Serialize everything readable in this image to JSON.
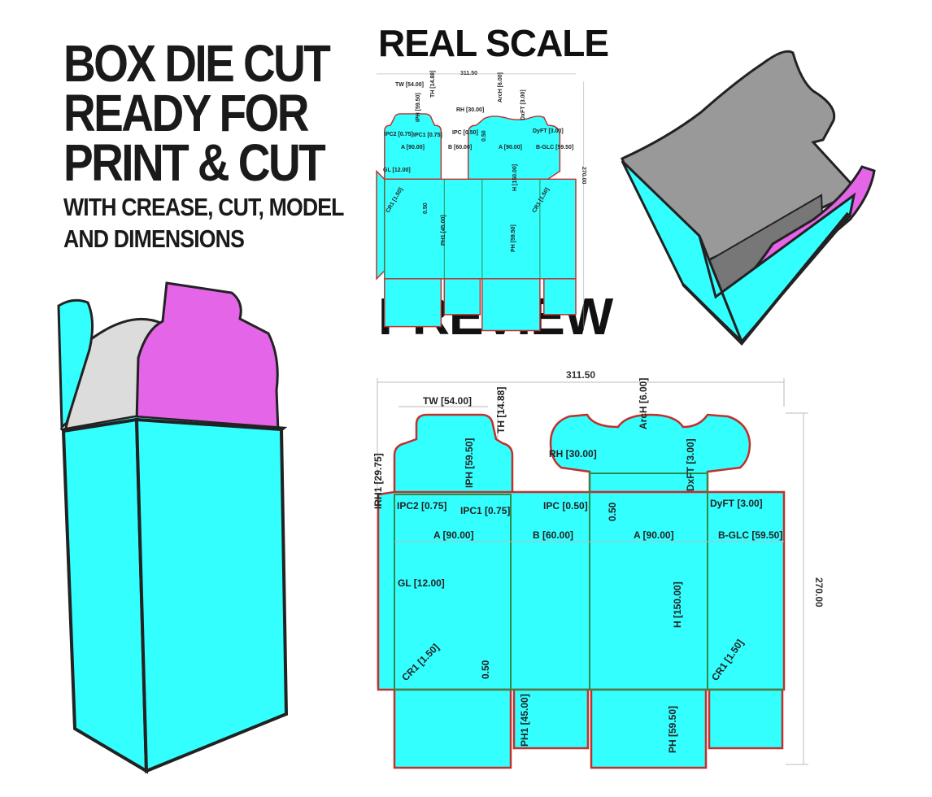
{
  "headline": {
    "lines": [
      "BOX DIE CUT",
      "READY FOR",
      "PRINT & CUT"
    ],
    "sub_lines": [
      "WITH CREASE, CUT,  MODEL",
      "AND DIMENSIONS"
    ]
  },
  "sections": {
    "real_scale": "REAL SCALE",
    "preview": "PREVIEW"
  },
  "colors": {
    "panel": "#33ffff",
    "cut_line": "#c0302d",
    "crease_line": "#2f8a4a",
    "insert": "#e565e9",
    "inner": "#9a9a9a",
    "outline": "#222222"
  },
  "dimensions": {
    "width_total": "311.50",
    "height_total": "270.00",
    "labels": {
      "tw": "TW [54.00]",
      "th": "TH [14.88]",
      "iph": "IPH [59.50]",
      "irh1": "IRH1 [29.75]",
      "rh": "RH [30.00]",
      "arch": "ArcH [6.00]",
      "dxft_top": "DxFT [3.00]",
      "dyft": "DyFT [3.00]",
      "ipc2": "IPC2 [0.75]",
      "ipc1": "IPC1 [0.75]",
      "ipc": "IPC [0.50]",
      "gap_050_top": "0.50",
      "a1": "A [90.00]",
      "b": "B [60.00]",
      "a2": "A [90.00]",
      "bglc": "B-GLC [59.50]",
      "gl": "GL [12.00]",
      "h": "H [150.00]",
      "cr1_left": "CR1 [1.50]",
      "cr1_right": "CR1 [1.50]",
      "gap_050_bottom": "0.50",
      "ph1": "PH1 [45.00]",
      "ph": "PH [59.50]"
    }
  }
}
